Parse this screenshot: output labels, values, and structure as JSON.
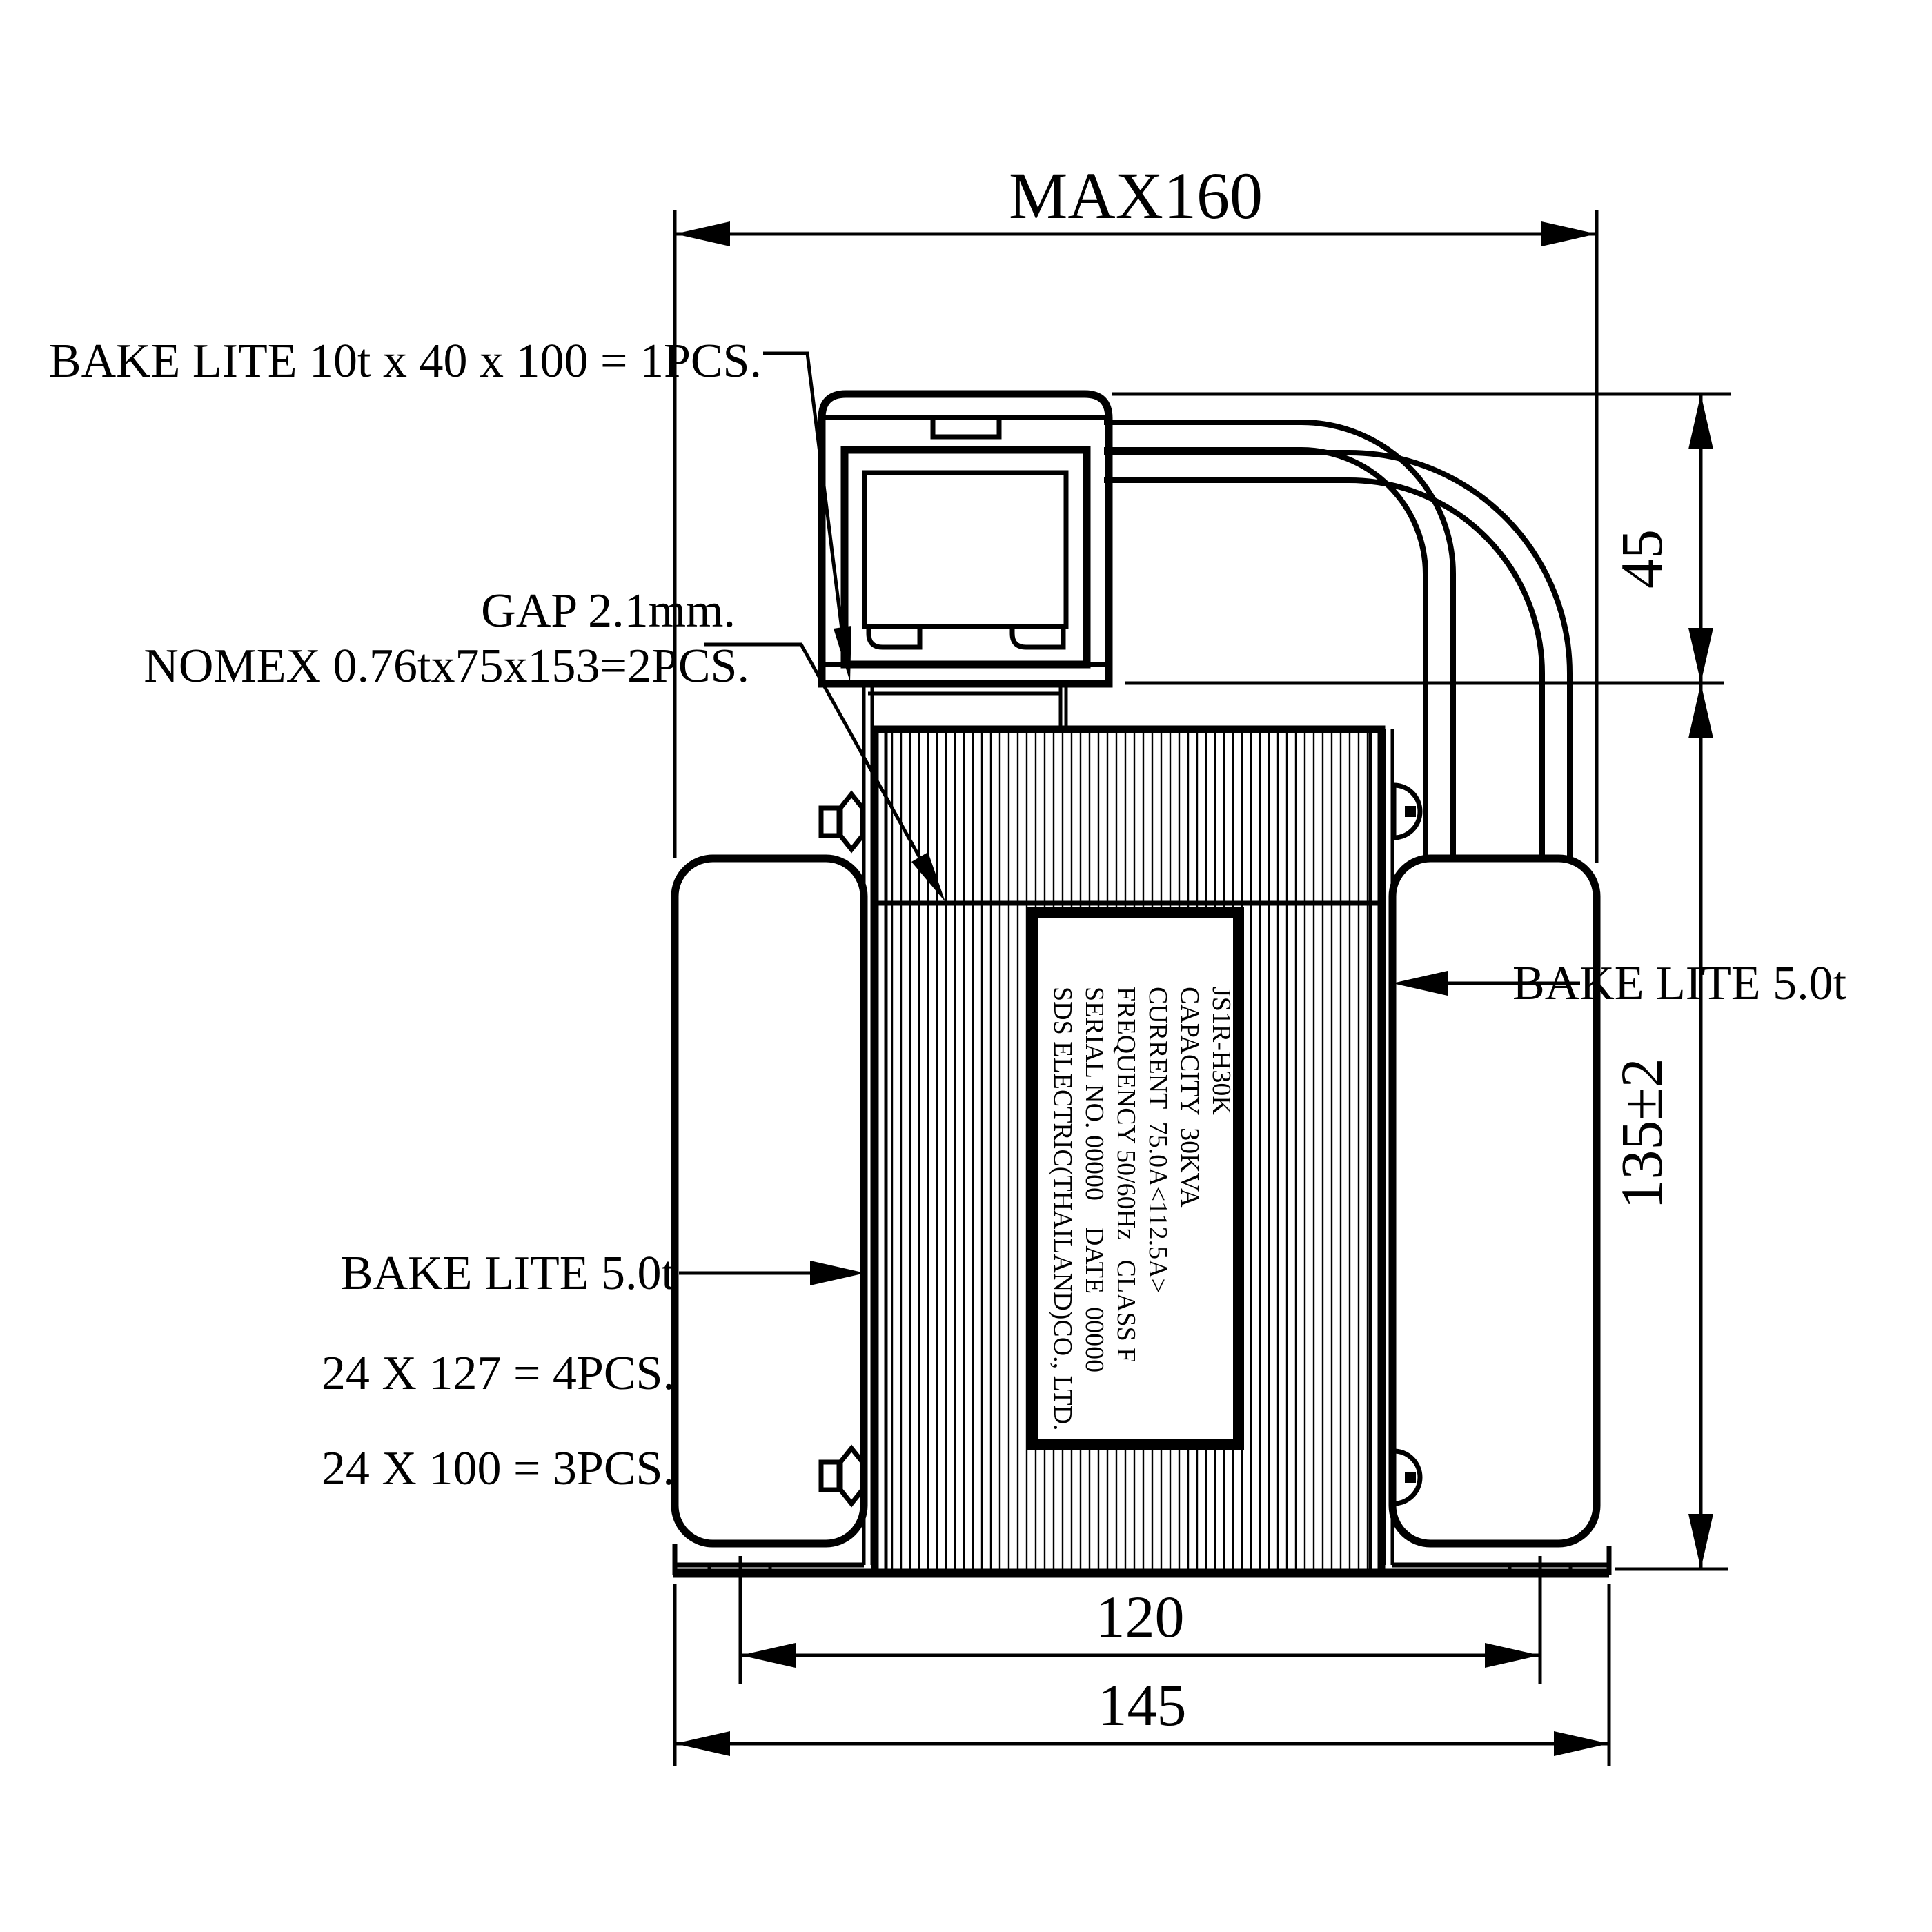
{
  "drawing": {
    "dims": {
      "overall_width": "MAX160",
      "terminal_block_height": "45",
      "body_height": "135±2",
      "mounting_hole_pitch": "120",
      "base_width": "145"
    },
    "callouts": {
      "bakelite_top": "BAKE LITE 10t x 40 x 100 = 1PCS.",
      "gap": "GAP 2.1mm.",
      "nomex": "NOMEX 0.76tx75x153=2PCS.",
      "bakelite_left_title": "BAKE LITE 5.0t",
      "bakelite_left_line2": "24 X 127 = 4PCS.",
      "bakelite_left_line3": "24 X 100 = 3PCS.",
      "bakelite_right": "BAKE LITE 5.0t"
    },
    "nameplate": {
      "model": "JS1R-H30K",
      "capacity": "CAPACITY  30KVA",
      "current": "CURRENT  75.0A<112.5A>",
      "frequency": "FREQUENCY 50/60Hz   CLASS F",
      "serial": "SERIAL NO. 00000    DATE  00000",
      "company": "SDS ELECTRIC(THAILAND)CO., LTD."
    },
    "colors": {
      "ink": "#000000",
      "paper": "#ffffff"
    }
  }
}
